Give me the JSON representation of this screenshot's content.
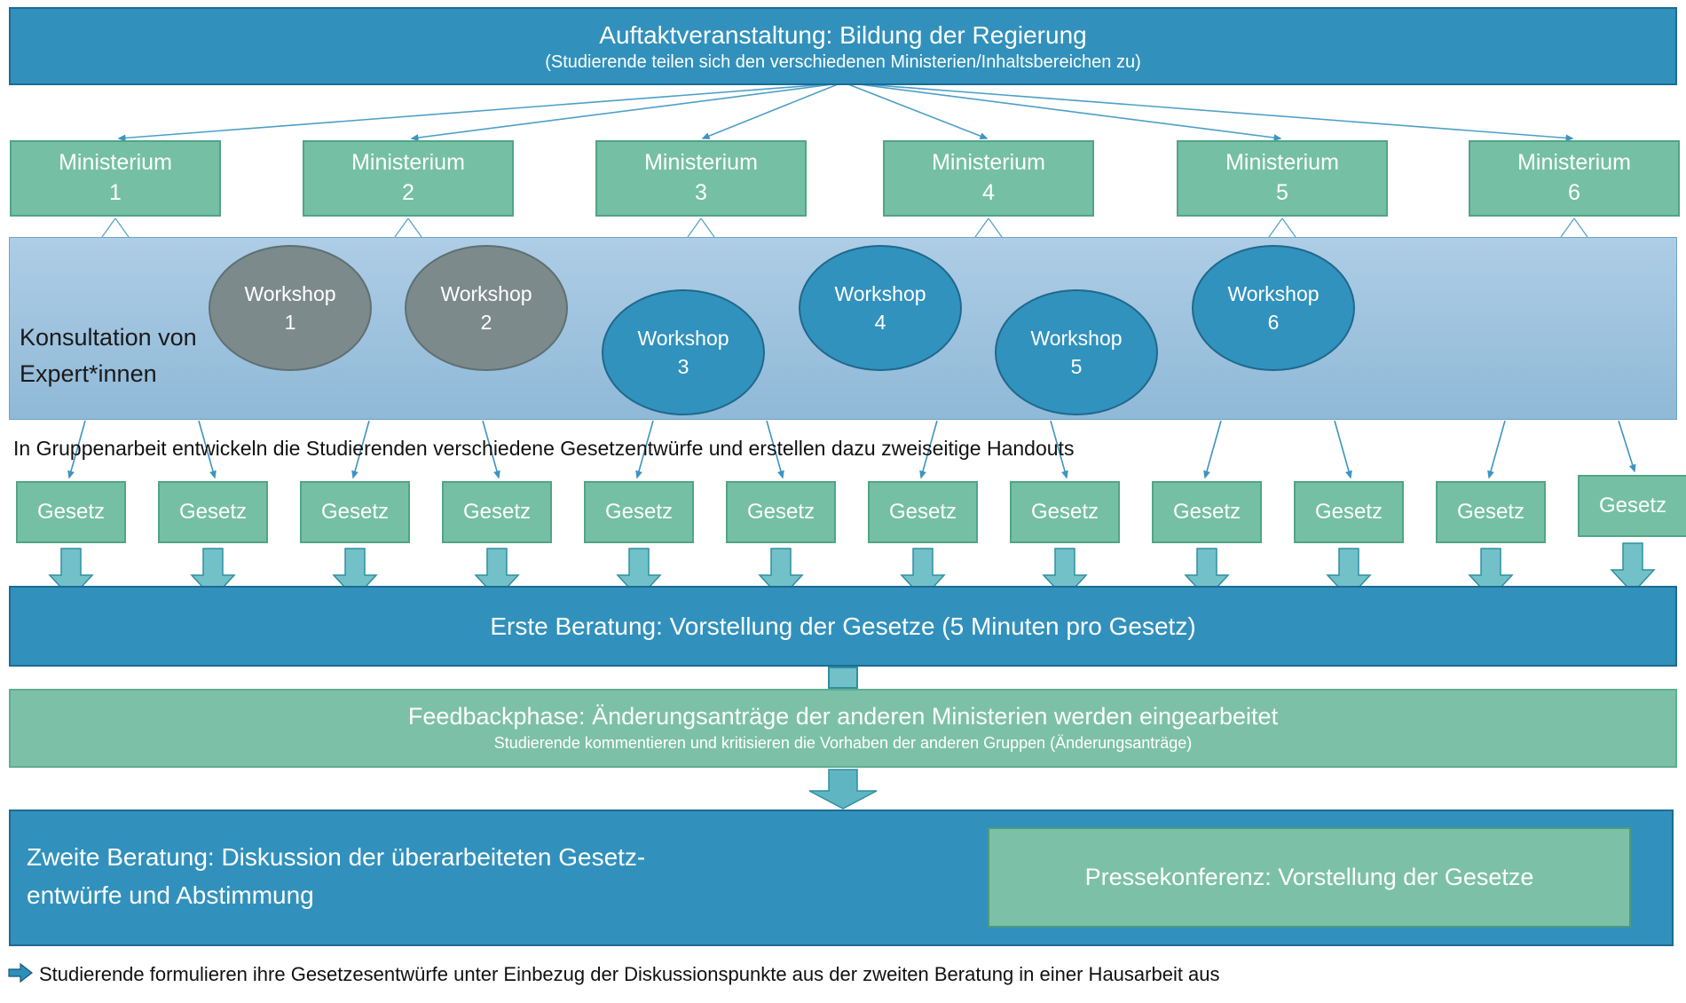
{
  "top_banner": {
    "title": "Auftaktveranstaltung: Bildung der Regierung",
    "subtitle": "(Studierende teilen sich den verschiedenen Ministerien/Inhaltsbereichen zu)"
  },
  "ministries": {
    "items": [
      {
        "label": "Ministerium",
        "number": "1"
      },
      {
        "label": "Ministerium",
        "number": "2"
      },
      {
        "label": "Ministerium",
        "number": "3"
      },
      {
        "label": "Ministerium",
        "number": "4"
      },
      {
        "label": "Ministerium",
        "number": "5"
      },
      {
        "label": "Ministerium",
        "number": "6"
      }
    ]
  },
  "consultation": {
    "label": "Konsultation von Expert*innen"
  },
  "workshops": {
    "items": [
      {
        "label": "Workshop",
        "number": "1",
        "variant": "gray"
      },
      {
        "label": "Workshop",
        "number": "2",
        "variant": "gray"
      },
      {
        "label": "Workshop",
        "number": "3",
        "variant": "blue"
      },
      {
        "label": "Workshop",
        "number": "4",
        "variant": "blue"
      },
      {
        "label": "Workshop",
        "number": "5",
        "variant": "blue"
      },
      {
        "label": "Workshop",
        "number": "6",
        "variant": "blue"
      }
    ]
  },
  "group_work_note": "In Gruppenarbeit entwickeln die Studierenden verschiedene Gesetzentwürfe und erstellen dazu zweiseitige Handouts",
  "laws": {
    "items": [
      "Gesetz",
      "Gesetz",
      "Gesetz",
      "Gesetz",
      "Gesetz",
      "Gesetz",
      "Gesetz",
      "Gesetz",
      "Gesetz",
      "Gesetz",
      "Gesetz",
      "Gesetz"
    ]
  },
  "first_reading": {
    "title": "Erste Beratung: Vorstellung der Gesetze (5 Minuten pro Gesetz)"
  },
  "feedback_phase": {
    "title": "Feedbackphase: Änderungsanträge der anderen Ministerien werden eingearbeitet",
    "subtitle": "Studierende kommentieren und kritisieren die Vorhaben der anderen Gruppen (Änderungsanträge)"
  },
  "second_reading": {
    "line1": "Zweite Beratung: Diskussion der überarbeiteten Gesetz-",
    "line2": "entwürfe und Abstimmung"
  },
  "press_conference": {
    "title": "Pressekonferenz: Vorstellung der Gesetze"
  },
  "footnote": "Studierende formulieren ihre Gesetzesentwürfe unter Einbezug der Diskussionspunkte aus der zweiten Beratung in einer Hausarbeit aus",
  "colors": {
    "banner_blue": "#3191bc",
    "banner_blue_border": "#1c6b93",
    "box_green": "#75c0a4",
    "box_green_border": "#52a487",
    "band_blue_top": "#aecde6",
    "band_blue_bottom": "#8fb9d7",
    "workshop_gray": "#7d8a8c",
    "workshop_blue": "#3192bd",
    "arrow_teal": "#72c1c8",
    "line_blue": "#3d94bf",
    "feedback_green": "#7cc1a7"
  }
}
